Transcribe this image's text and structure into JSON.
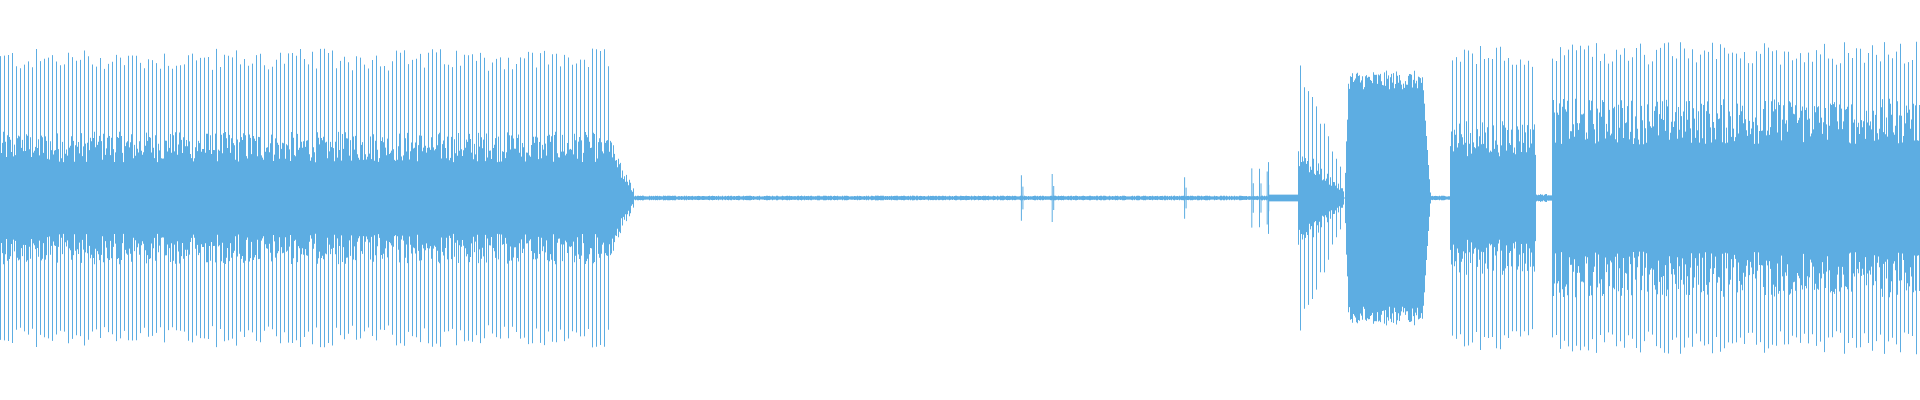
{
  "waveform": {
    "color": "#5dade2",
    "background": "#ffffff",
    "segments": [
      {
        "start": 0.0,
        "end": 0.318,
        "kind": "loud-pulsed",
        "peak": 0.88,
        "body": 0.3
      },
      {
        "start": 0.318,
        "end": 0.33,
        "kind": "decay",
        "peak": 0.3,
        "body": 0.06
      },
      {
        "start": 0.33,
        "end": 0.66,
        "kind": "near-silence",
        "peak": 0.02,
        "body": 0.01
      },
      {
        "start": 0.66,
        "end": 0.676,
        "kind": "transients",
        "peak": 0.25,
        "body": 0.02
      },
      {
        "start": 0.676,
        "end": 0.7,
        "kind": "pulsed-decay",
        "peak": 0.85,
        "body": 0.25
      },
      {
        "start": 0.7,
        "end": 0.745,
        "kind": "dense-block",
        "peak": 0.75,
        "body": 0.7
      },
      {
        "start": 0.745,
        "end": 0.755,
        "kind": "near-silence",
        "peak": 0.02,
        "body": 0.01
      },
      {
        "start": 0.755,
        "end": 0.8,
        "kind": "loud-pulsed",
        "peak": 0.9,
        "body": 0.35
      },
      {
        "start": 0.8,
        "end": 0.808,
        "kind": "near-silence",
        "peak": 0.03,
        "body": 0.02
      },
      {
        "start": 0.808,
        "end": 1.0,
        "kind": "loud-pulsed",
        "peak": 0.92,
        "body": 0.45
      }
    ],
    "transients": [
      0.532,
      0.548,
      0.617,
      0.652,
      0.656,
      0.66
    ]
  }
}
